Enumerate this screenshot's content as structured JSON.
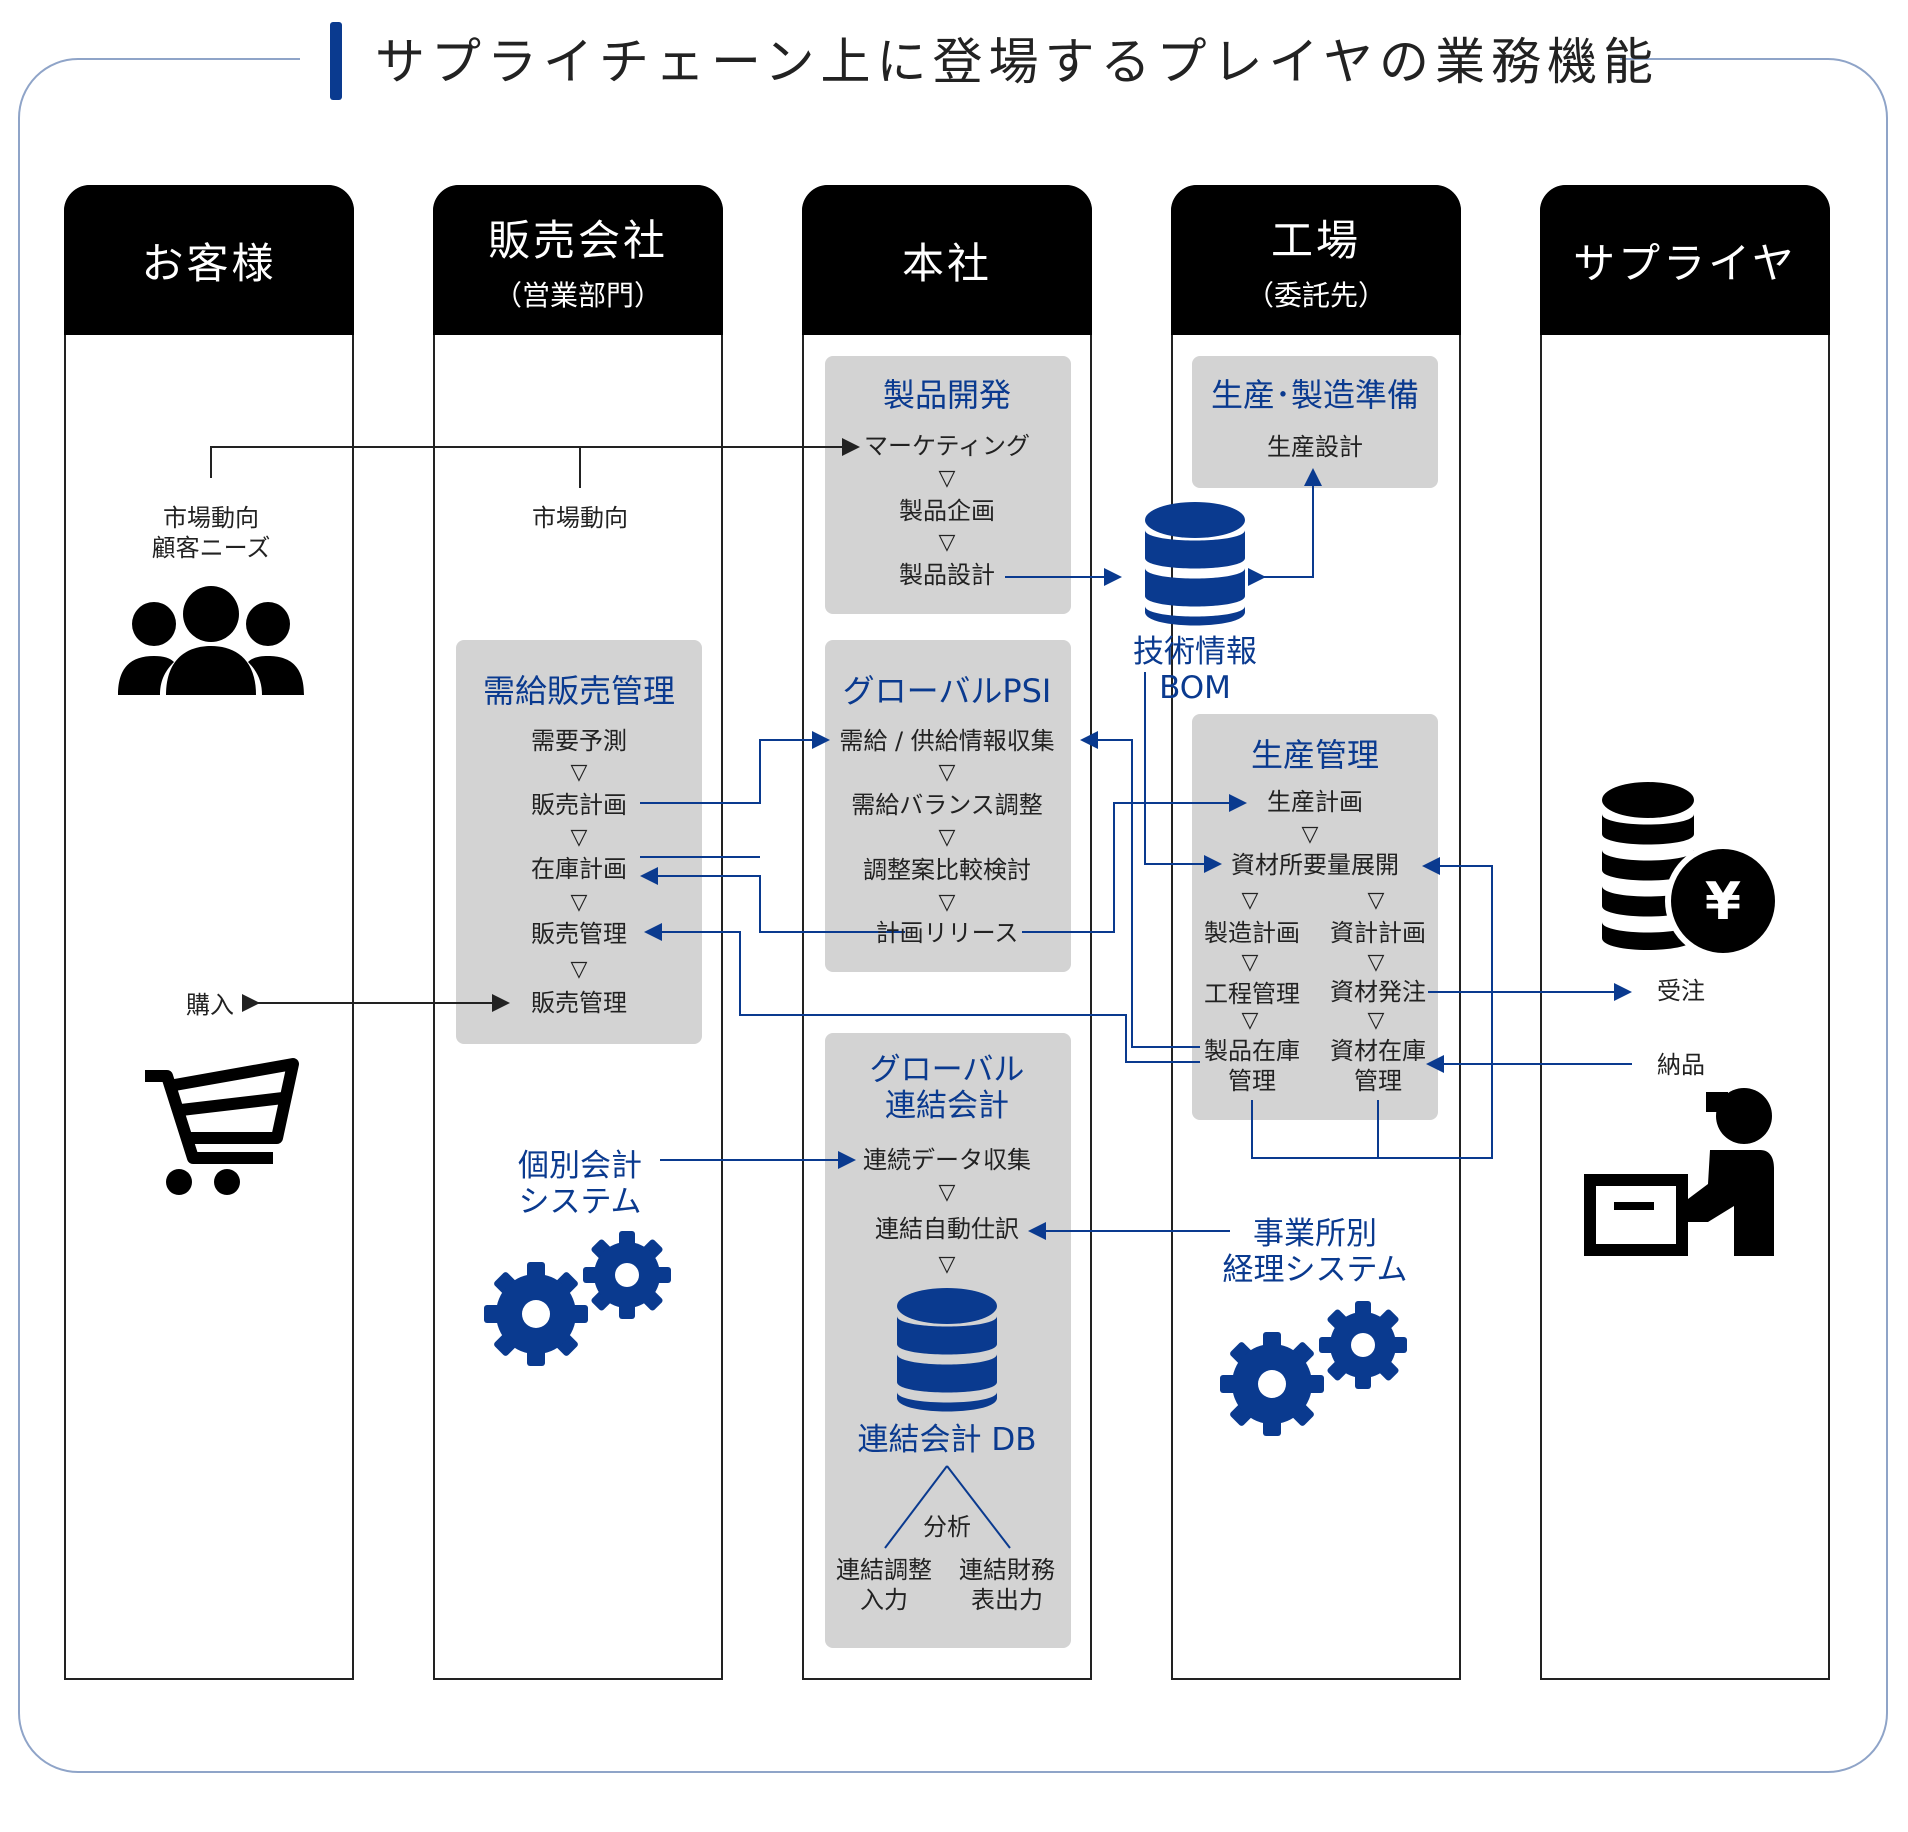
{
  "title": "サプライチェーン上に登場するプレイヤの業務機能",
  "columns": [
    {
      "title": "お客様",
      "sub": ""
    },
    {
      "title": "販売会社",
      "sub": "（営業部門）"
    },
    {
      "title": "本社",
      "sub": ""
    },
    {
      "title": "工場",
      "sub": "（委託先）"
    },
    {
      "title": "サプライヤ",
      "sub": ""
    }
  ],
  "customer": {
    "trend1": "市場動向",
    "trend2": "顧客ニーズ",
    "purchase": "購入"
  },
  "sales": {
    "trend": "市場動向",
    "box_title": "需給販売管理",
    "items": [
      "需要予測",
      "販売計画",
      "在庫計画",
      "販売管理",
      "販売管理"
    ],
    "accounting1": "個別会計",
    "accounting2": "システム"
  },
  "hq": {
    "dev_title": "製品開発",
    "dev_items": [
      "マーケティング",
      "製品企画",
      "製品設計"
    ],
    "psi_title": "グローバルPSI",
    "psi_items": [
      "需給 / 供給情報収集",
      "需給バランス調整",
      "調整案比較検討",
      "計画リリース"
    ],
    "cons_title1": "グローバル",
    "cons_title2": "連結会計",
    "cons_items": [
      "連続データ収集",
      "連結自動仕訳"
    ],
    "db_label": "連結会計 DB",
    "analysis": "分析",
    "out1a": "連結調整",
    "out1b": "入力",
    "out2a": "連結財務",
    "out2b": "表出力"
  },
  "factory": {
    "prep_title": "生産･製造準備",
    "prep_item": "生産設計",
    "bom1": "技術情報",
    "bom2": "BOM",
    "pm_title": "生産管理",
    "pm_top": [
      "生産計画",
      "資材所要量展開"
    ],
    "pm_left": [
      "製造計画",
      "工程管理",
      "製品在庫",
      "管理"
    ],
    "pm_right": [
      "資計計画",
      "資材発注",
      "資材在庫",
      "管理"
    ],
    "acct1": "事業所別",
    "acct2": "経理システム"
  },
  "supplier": {
    "order": "受注",
    "delivery": "納品"
  },
  "colors": {
    "accent": "#0a3a8f",
    "box": "#d3d3d3",
    "frame": "#8fa4c8"
  },
  "icons": [
    "people-icon",
    "cart-icon",
    "gear-icon",
    "database-icon",
    "coin-yen-icon",
    "delivery-person-icon",
    "triangle-down-icon"
  ]
}
